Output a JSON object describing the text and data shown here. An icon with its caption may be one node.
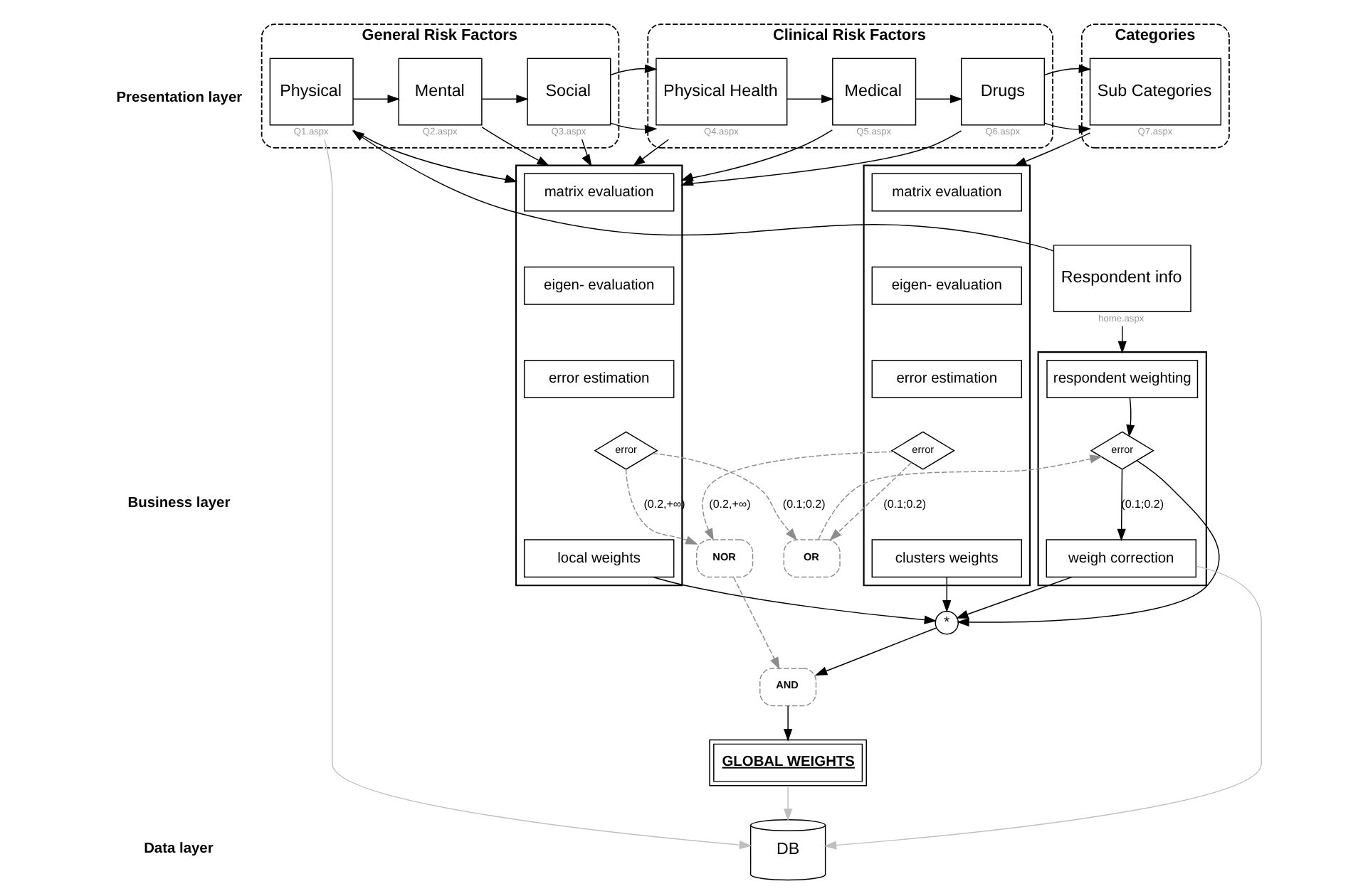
{
  "diagram": {
    "nodes": [
      {
        "text": [
          "Respondent info"
        ],
        "beside": [
          "home.aspx"
        ]
      },
      {
        "text": [
          "General Risk Factors"
        ]
      },
      {
        "text": [
          "Physical"
        ],
        "in": 1,
        "beside": [
          "Q1.aspx"
        ]
      },
      {
        "text": [
          "Mental"
        ],
        "in": 1,
        "beside": [
          "Q2.aspx"
        ]
      },
      {
        "text": [
          "Social"
        ],
        "in": 1,
        "beside": [
          "Q3.aspx"
        ]
      },
      {
        "text": [
          "Clinical Risk Factors"
        ]
      },
      {
        "text": [
          "Physical Health"
        ],
        "in": 5,
        "beside": [
          "Q4.aspx"
        ]
      },
      {
        "text": [
          "Medical"
        ],
        "in": 5,
        "beside": [
          "Q5.aspx"
        ]
      },
      {
        "text": [
          "Drugs"
        ],
        "in": 5,
        "beside": [
          "Q6.aspx"
        ]
      },
      {
        "text": [
          "Categories"
        ]
      },
      {
        "text": [
          "Sub Categories"
        ],
        "in": 9,
        "beside": [
          "Q7.aspx"
        ]
      },
      {
        "text": [],
        "shape": "box"
      },
      {
        "text": [
          "respondent weighting"
        ],
        "in": 11
      },
      {
        "text": [
          "error"
        ],
        "in": 11
      },
      {
        "text": [
          "weigh correction"
        ],
        "in": 11
      },
      {
        "text": [],
        "shape": "box"
      },
      {
        "text": [
          "matrix evaluation"
        ],
        "in": 15
      },
      {
        "text": [
          "eigen- evaluation"
        ],
        "in": 15
      },
      {
        "text": [
          "error estimation"
        ],
        "in": 15
      },
      {
        "text": [
          "error"
        ],
        "in": 15
      },
      {
        "text": [
          "local weights"
        ],
        "in": 15
      },
      {
        "text": [],
        "shape": "box"
      },
      {
        "text": [
          "matrix evaluation"
        ],
        "in": 21
      },
      {
        "text": [
          "eigen- evaluation"
        ],
        "in": 21
      },
      {
        "text": [
          "error estimation"
        ],
        "in": 21
      },
      {
        "text": [
          "error"
        ],
        "in": 21
      },
      {
        "text": [
          "clusters weights"
        ],
        "in": 21
      },
      {
        "text": [
          "OR"
        ]
      },
      {
        "text": [
          "NOR"
        ]
      },
      {
        "text": [
          "*"
        ]
      },
      {
        "text": [
          "AND"
        ]
      },
      {
        "text": [
          "DB"
        ]
      },
      {
        "text": [
          "GLOBAL WEIGHTS"
        ]
      }
    ],
    "edges": [
      {
        "from": 0,
        "to": 2,
        "arrow": "to"
      },
      {
        "from": 2,
        "to": 3,
        "arrow": "to"
      },
      {
        "from": 3,
        "to": 4,
        "arrow": "to"
      },
      {
        "from": 4,
        "to": 6,
        "arrow": "to"
      },
      {
        "from": 6,
        "to": 7,
        "arrow": "to"
      },
      {
        "from": 7,
        "to": 8,
        "arrow": "to"
      },
      {
        "from": 8,
        "to": 10,
        "arrow": "to"
      },
      {
        "from": 0,
        "to": 11,
        "arrow": "to"
      },
      {
        "from": 2,
        "to": 15,
        "arrow": "to"
      },
      {
        "from": 3,
        "to": 15,
        "arrow": "to"
      },
      {
        "from": 4,
        "to": 15,
        "arrow": "to"
      },
      {
        "from": 6,
        "to": 15,
        "arrow": "to"
      },
      {
        "from": 7,
        "to": 15,
        "arrow": "to"
      },
      {
        "from": 8,
        "to": 15,
        "arrow": "to"
      },
      {
        "from": 10,
        "to": 21,
        "arrow": "to"
      },
      {
        "from": 12,
        "to": 13,
        "arrow": "to"
      },
      {
        "from": 13,
        "to": 14,
        "arrow": "to",
        "label": "(0.1;0.2)"
      },
      {
        "from": 13,
        "to": 29,
        "arrow": "to"
      },
      {
        "from": 14,
        "to": 29,
        "arrow": "to"
      },
      {
        "from": 27,
        "to": 13,
        "arrow": "to",
        "style": "dashed",
        "color": "#8c8c8c"
      },
      {
        "from": 19,
        "to": 27,
        "arrow": "to",
        "label": "(0.1;0.2)",
        "style": "dashed",
        "color": "#8c8c8c"
      },
      {
        "from": 25,
        "to": 27,
        "arrow": "to",
        "label": "(0.1;0.2)",
        "style": "dashed",
        "color": "#8c8c8c"
      },
      {
        "from": 19,
        "to": 28,
        "arrow": "to",
        "label": "(0.2,+∞)",
        "style": "dashed",
        "color": "#8c8c8c"
      },
      {
        "from": 25,
        "to": 28,
        "arrow": "to",
        "label": "(0.2,+∞)",
        "style": "dashed",
        "color": "#8c8c8c"
      },
      {
        "from": 20,
        "to": 29,
        "arrow": "to"
      },
      {
        "from": 26,
        "to": 29,
        "arrow": "to"
      },
      {
        "from": 29,
        "to": 30,
        "arrow": "to"
      },
      {
        "from": 28,
        "to": 30,
        "arrow": "to",
        "style": "dashed",
        "color": "#8c8c8c"
      },
      {
        "from": 30,
        "to": 32,
        "arrow": "to"
      },
      {
        "from": 14,
        "to": 31,
        "arrow": "to",
        "color": "#bfbfbf"
      },
      {
        "from": 2,
        "to": 31,
        "arrow": "to",
        "color": "#bfbfbf"
      },
      {
        "from": 32,
        "to": 31,
        "arrow": "to",
        "color": "#bfbfbf"
      }
    ],
    "labels": [
      "Presentation layer",
      "Business layer",
      "Data layer"
    ]
  }
}
